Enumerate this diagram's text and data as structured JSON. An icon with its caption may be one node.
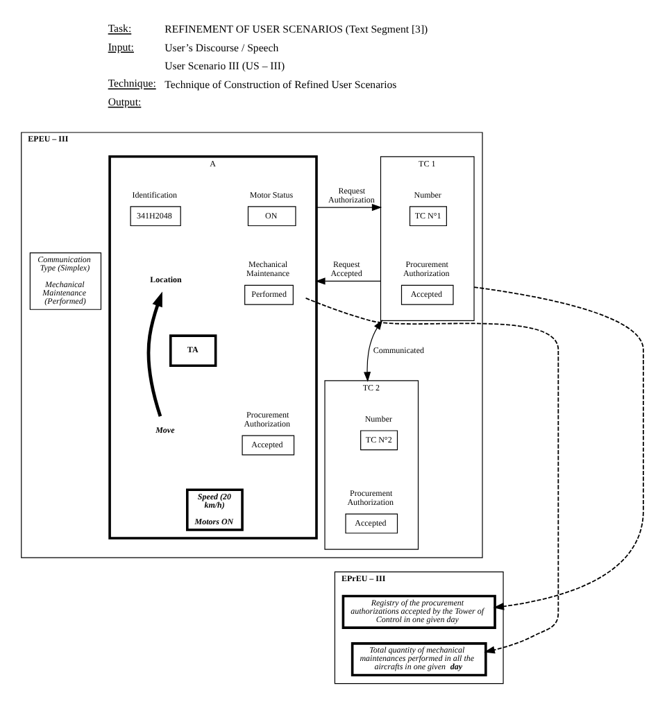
{
  "diagram": {
    "nodes": [
      {
        "text": [
          "EPEU – III"
        ]
      },
      {
        "text": [
          "A"
        ],
        "in": 0
      },
      {
        "text": [
          "Identification",
          "341H2048"
        ],
        "in": 1
      },
      {
        "text": [
          "Motor Status",
          "ON"
        ],
        "in": 1
      },
      {
        "text": [
          "Location"
        ],
        "in": 1
      },
      {
        "text": [
          "TA"
        ],
        "in": 1
      },
      {
        "text": [
          "Move"
        ],
        "in": 1
      },
      {
        "text": [
          "Mechanical Maintenance",
          "Performed"
        ],
        "in": 1
      },
      {
        "text": [
          "Speed (20 km/h)",
          "Motors ON"
        ],
        "in": 1
      },
      {
        "text": [
          "Procurement Authorization",
          "Accepted"
        ],
        "in": 1
      },
      {
        "text": [
          "Communication Type (Simplex)",
          "Mechanical Maintenance (Performed)"
        ],
        "in": 0
      },
      {
        "text": [
          "TC 1"
        ],
        "in": 0
      },
      {
        "text": [
          "Number",
          "TC N°1"
        ],
        "in": 11
      },
      {
        "text": [
          "Procurement Authorization",
          "Accepted"
        ],
        "in": 11
      },
      {
        "text": [
          "TC 2"
        ],
        "in": 0
      },
      {
        "text": [
          "Number",
          "TC N°2"
        ],
        "in": 14
      },
      {
        "text": [
          "Procurement Authorization",
          "Accepted"
        ],
        "in": 14
      },
      {
        "text": [
          "EPrEU – III"
        ]
      },
      {
        "text": [
          "Total quantity of mechanical maintenances performed in all the aircrafts in one given **day**"
        ],
        "in": 17
      },
      {
        "text": [
          "Registry of the procurement authorizations accepted by the Tower of Control in one given day"
        ],
        "in": 17
      }
    ],
    "edges": [
      {
        "from": 1,
        "to": 11,
        "arrow": "to",
        "label": "Request Authorization"
      },
      {
        "from": 11,
        "to": 1,
        "arrow": "to",
        "label": "Request Accepted"
      },
      {
        "from": 6,
        "to": 4,
        "arrow": "to",
        "style": "thick"
      },
      {
        "from": 11,
        "to": 14,
        "arrow": "both",
        "label": "Communicated"
      },
      {
        "from": 7,
        "to": 18,
        "arrow": "to",
        "style": "dashed"
      },
      {
        "from": 11,
        "to": 19,
        "arrow": "to",
        "style": "dashed"
      }
    ],
    "labels": [
      "Task:",
      "REFINEMENT OF USER SCENARIOS (Text Segment [3])",
      "Input:",
      "User’s Discourse / Speech",
      "User Scenario III (US – III)",
      "Technique:",
      "Technique of Construction of Refined User Scenarios",
      "Output:"
    ]
  }
}
